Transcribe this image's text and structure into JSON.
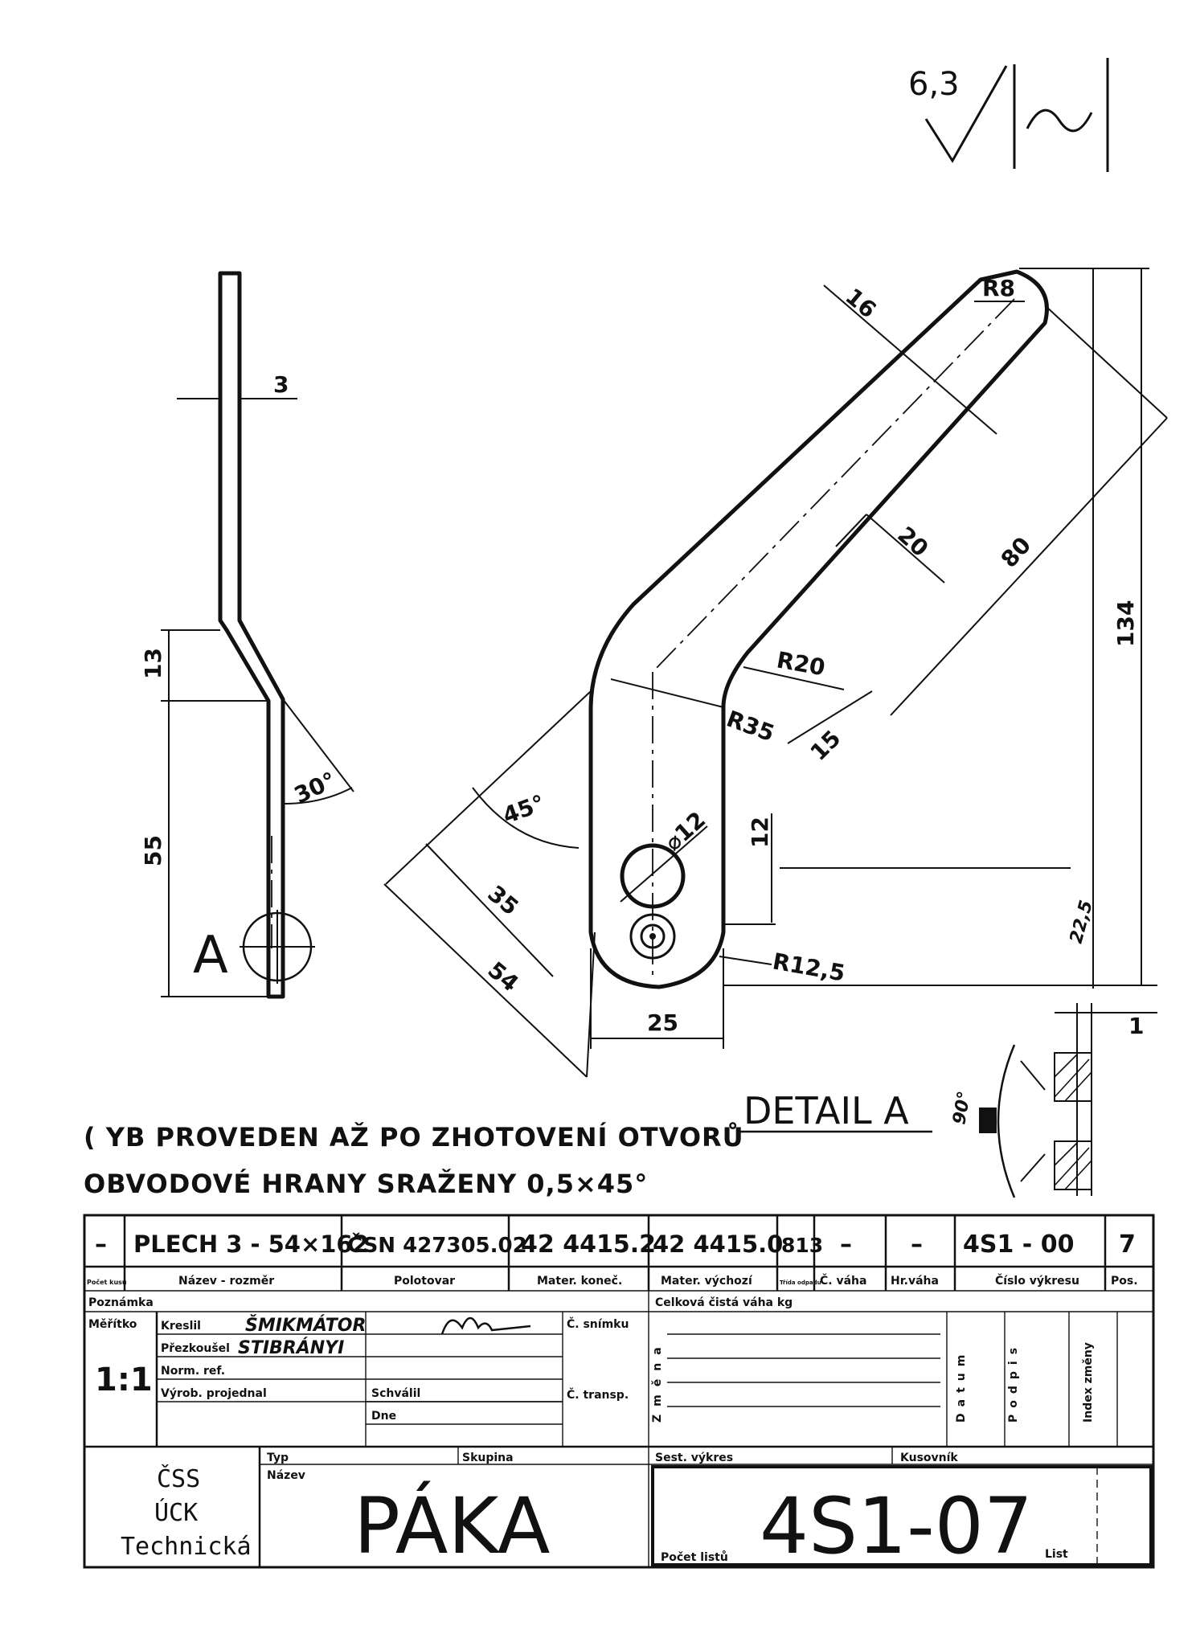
{
  "roughness": {
    "value": "6,3",
    "symbol": "~"
  },
  "dims": {
    "thickness": "3",
    "d13": "13",
    "d55": "55",
    "angle30": "30°",
    "r8": "R8",
    "d16": "16",
    "d20": "20",
    "d80": "80",
    "d134": "134",
    "r20": "R20",
    "r35": "R35",
    "d15": "15",
    "angle45": "45°",
    "dia12": "⌀12",
    "d12": "12",
    "d35": "35",
    "d54": "54",
    "d22_5": "22,5",
    "r12_5": "R12,5",
    "d25": "25",
    "d1": "1",
    "angle90": "90°"
  },
  "view_label": "A",
  "detail_label": "DETAIL A",
  "notes": {
    "line1": "( YB PROVEDEN AŽ PO ZHOTOVENÍ OTVORŮ",
    "line2": "OBVODOVÉ HRANY SRAŽENY  0,5×45°"
  },
  "title_block": {
    "row1": {
      "count": "–",
      "name": "PLECH 3 - 54×162",
      "semi": "ČSN 427305.02",
      "mat_final": "42 4415.2",
      "mat_init": "42 4415.0",
      "class": "813",
      "weight": "–",
      "gross": "–",
      "drawing_no": "4S1 - 00",
      "pos": "7"
    },
    "headers": {
      "count": "Počet kusů",
      "name": "Název - rozměr",
      "semi": "Polotovar",
      "mat_final": "Mater. koneč.",
      "mat_init": "Mater. výchozí",
      "class": "Třída odpadu",
      "weight": "Č. váha",
      "gross": "Hr.váha",
      "drawing_no": "Číslo výkresu",
      "pos": "Pos."
    },
    "note_label": "Poznámka",
    "net_weight_label": "Celková čistá váha kg",
    "scale_label": "Měřítko",
    "scale": "1:1",
    "drawn_label": "Kreslil",
    "drawn_by": "ŠMIKMÁTOR",
    "checked_label": "Přezkoušel",
    "checked_by": "STIBRÁNYI",
    "norm_label": "Norm. ref.",
    "prod_label": "Výrob. projednal",
    "approved_label": "Schválil",
    "date_label": "Dne",
    "photo_label": "Č. snímku",
    "transp_label": "Č. transp.",
    "change_label": "Změna",
    "datum_label": "Datum",
    "sign_label": "Podpis",
    "index_label": "Index změny",
    "company": [
      "ČSS",
      "ÚCK",
      "Technická"
    ],
    "type_label": "Typ",
    "group_label": "Skupina",
    "name_label": "Název",
    "part_name": "PÁKA",
    "assembly_label": "Sest. výkres",
    "parts_list_label": "Kusovník",
    "part_number": "4S1-07",
    "sheets_label": "Počet listů",
    "sheet_label": "List"
  }
}
